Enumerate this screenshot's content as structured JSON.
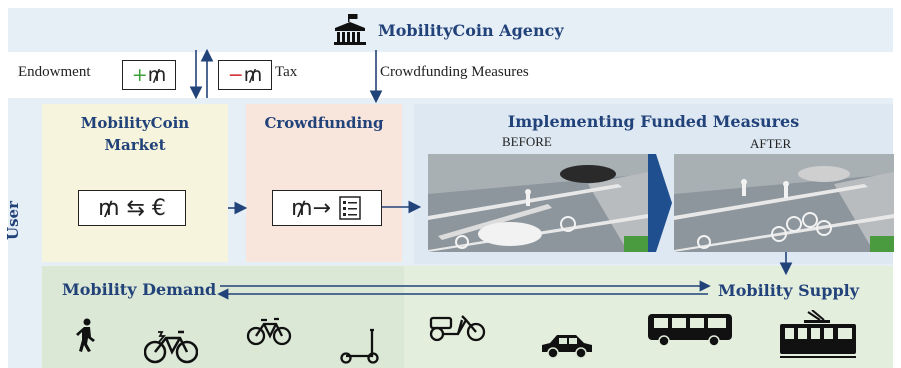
{
  "agency": {
    "title": "MobilityCoin Agency",
    "icon": "building-icon"
  },
  "flows": {
    "endowment_label": "Endowment",
    "endowment_symbol": "+₥",
    "tax_label": "Tax",
    "tax_symbol": "−₥",
    "crowdfunding_measures_label": "Crowdfunding Measures"
  },
  "user_label": "User",
  "market": {
    "title_line1": "MobilityCoin",
    "title_line2": "Market",
    "exchange_symbol": "₥ ⇆ €"
  },
  "crowdfunding": {
    "title": "Crowdfunding",
    "symbol": "₥→"
  },
  "implementing": {
    "title": "Implementing Funded Measures",
    "before_label": "BEFORE",
    "after_label": "AFTER"
  },
  "mobility": {
    "demand_label": "Mobility Demand",
    "supply_label": "Mobility Supply",
    "icons": [
      "pedestrian-icon",
      "ebike-icon",
      "bicycle-icon",
      "scooter-icon",
      "cargo-bike-icon",
      "car-icon",
      "bus-icon",
      "tram-icon"
    ]
  },
  "colors": {
    "navy": "#22427a",
    "plus": "#3aa03a",
    "minus": "#d03030",
    "band": "#e6eef6",
    "market": "#f6f4dc",
    "crowd": "#f8e6dc",
    "green": "#dbe8d6"
  }
}
